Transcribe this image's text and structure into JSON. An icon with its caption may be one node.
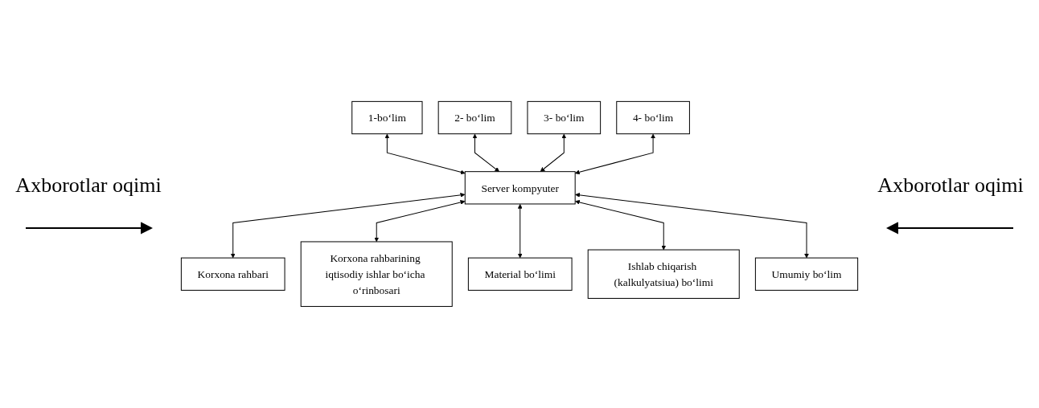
{
  "diagram": {
    "nodes": [
      {
        "text": [
          "1-bo‘lim"
        ]
      },
      {
        "text": [
          "2- bo‘lim"
        ]
      },
      {
        "text": [
          "3- bo‘lim"
        ]
      },
      {
        "text": [
          "4- bo‘lim"
        ]
      },
      {
        "text": [
          "Server kompyuter"
        ]
      },
      {
        "text": [
          "Korxona rahbari"
        ]
      },
      {
        "text": [
          "Korxona rahbarining iqtisodiy ishlar bo‘icha o‘rinbosari"
        ]
      },
      {
        "text": [
          "Material bo‘limi"
        ]
      },
      {
        "text": [
          "Ishlab chiqarish (kalkulyatsiua) bo‘limi"
        ]
      },
      {
        "text": [
          "Umumiy bo‘lim"
        ]
      }
    ],
    "edges": [
      {
        "from": 0,
        "to": 4,
        "arrow": "both"
      },
      {
        "from": 1,
        "to": 4,
        "arrow": "both"
      },
      {
        "from": 2,
        "to": 4,
        "arrow": "both"
      },
      {
        "from": 3,
        "to": 4,
        "arrow": "both"
      },
      {
        "from": 4,
        "to": 5,
        "arrow": "both"
      },
      {
        "from": 4,
        "to": 6,
        "arrow": "both"
      },
      {
        "from": 4,
        "to": 7,
        "arrow": "both"
      },
      {
        "from": 4,
        "to": 8,
        "arrow": "both"
      },
      {
        "from": 4,
        "to": 9,
        "arrow": "both"
      }
    ],
    "labels": [
      "Axborotlar oqimi",
      "Axborotlar oqimi"
    ]
  }
}
